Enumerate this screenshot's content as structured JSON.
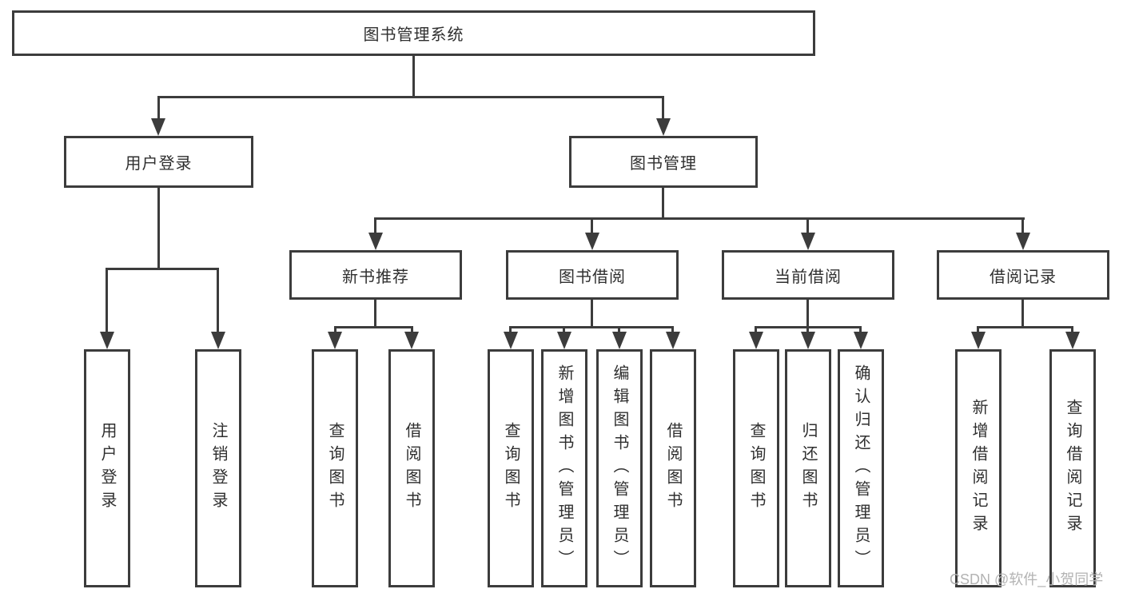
{
  "title": "图书管理系统",
  "branches": {
    "user_login": {
      "label": "用户登录",
      "children": [
        "用户登录",
        "注销登录"
      ]
    },
    "book_management": {
      "label": "图书管理",
      "sections": {
        "new_books": {
          "label": "新书推荐",
          "children": [
            "查询图书",
            "借阅图书"
          ]
        },
        "borrowing": {
          "label": "图书借阅",
          "children": [
            "查询图书",
            "新增图书（管理员）",
            "编辑图书（管理员）",
            "借阅图书"
          ]
        },
        "current_borrow": {
          "label": "当前借阅",
          "children": [
            "查询图书",
            "归还图书",
            "确认归还（管理员）"
          ]
        },
        "borrow_records": {
          "label": "借阅记录",
          "children": [
            "新增借阅记录",
            "查询借阅记录"
          ]
        }
      }
    }
  },
  "watermark": "CSDN @软件_小贺同学",
  "colors": {
    "line": "#3c3c3c",
    "text": "#2f2f2f",
    "watermark": "#b3b3b3",
    "background": "#ffffff"
  }
}
